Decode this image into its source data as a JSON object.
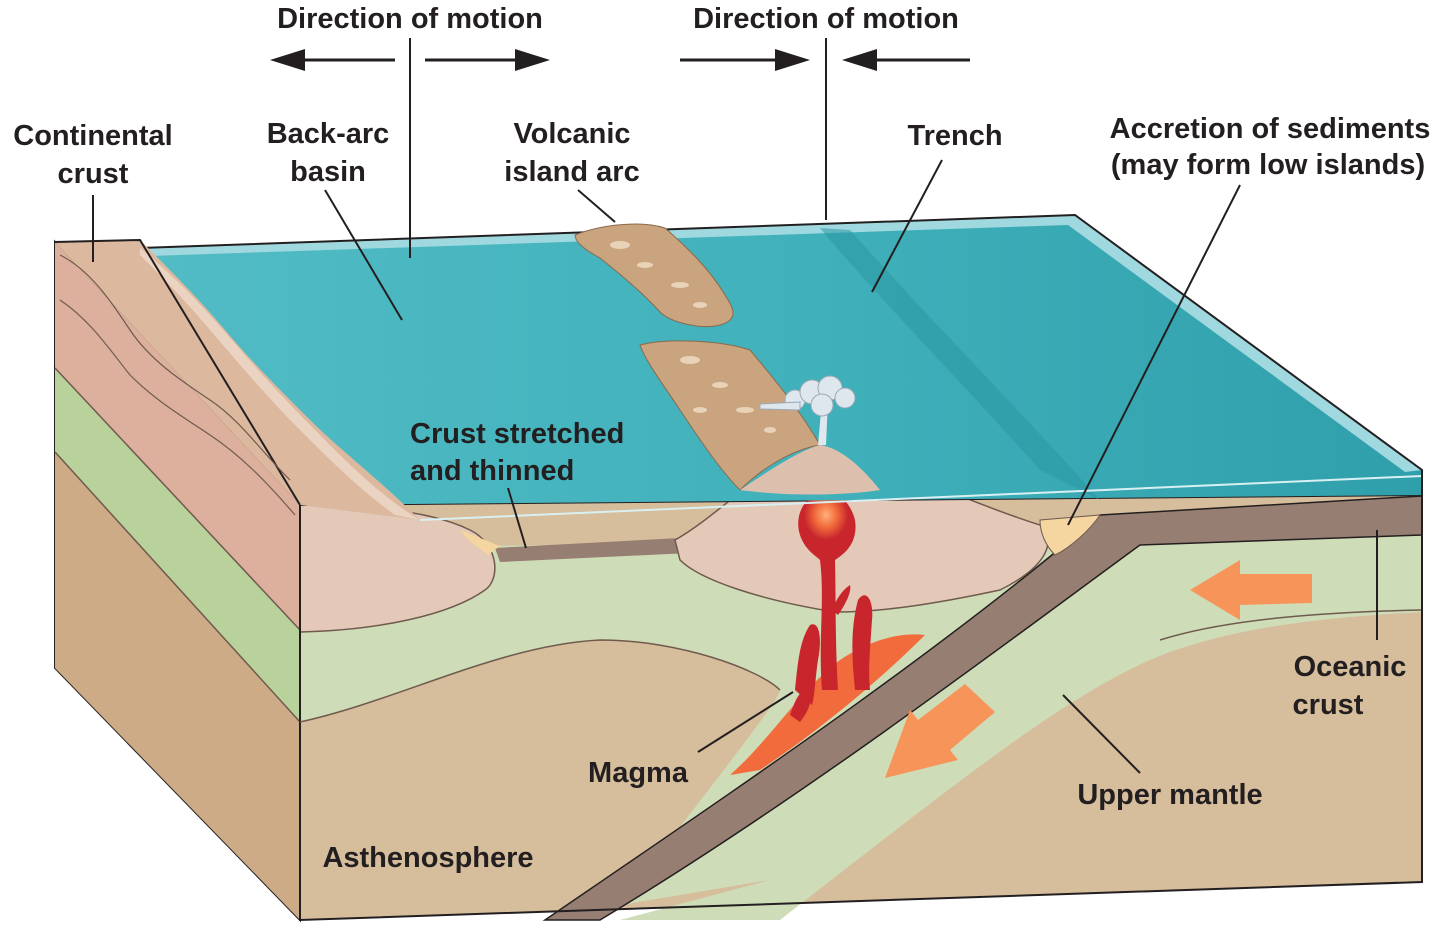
{
  "labels": {
    "direction_left": "Direction of motion",
    "direction_right": "Direction of motion",
    "continental_1": "Continental",
    "continental_2": "crust",
    "backarc_1": "Back-arc",
    "backarc_2": "basin",
    "volcanic_1": "Volcanic",
    "volcanic_2": "island arc",
    "trench": "Trench",
    "accretion_1": "Accretion of sediments",
    "accretion_2": "(may form low islands)",
    "crust_stretched_1": "Crust stretched",
    "crust_stretched_2": "and thinned",
    "oceanic_1": "Oceanic",
    "oceanic_2": "crust",
    "magma": "Magma",
    "upper_mantle": "Upper mantle",
    "asthenosphere": "Asthenosphere"
  },
  "colors": {
    "ocean": "#3fb0ba",
    "ocean_light": "#9fd8de",
    "continental_crust": "#ddb09e",
    "island": "#c9a47e",
    "upper_mantle": "#cfdcb8",
    "asthenosphere": "#d6bd9c",
    "oceanic_crust": "#977e72",
    "magma": "#c8262c",
    "magma_glow": "#f16b3c",
    "sediments": "#f5d5a0",
    "arrow_orange": "#f7945a"
  }
}
